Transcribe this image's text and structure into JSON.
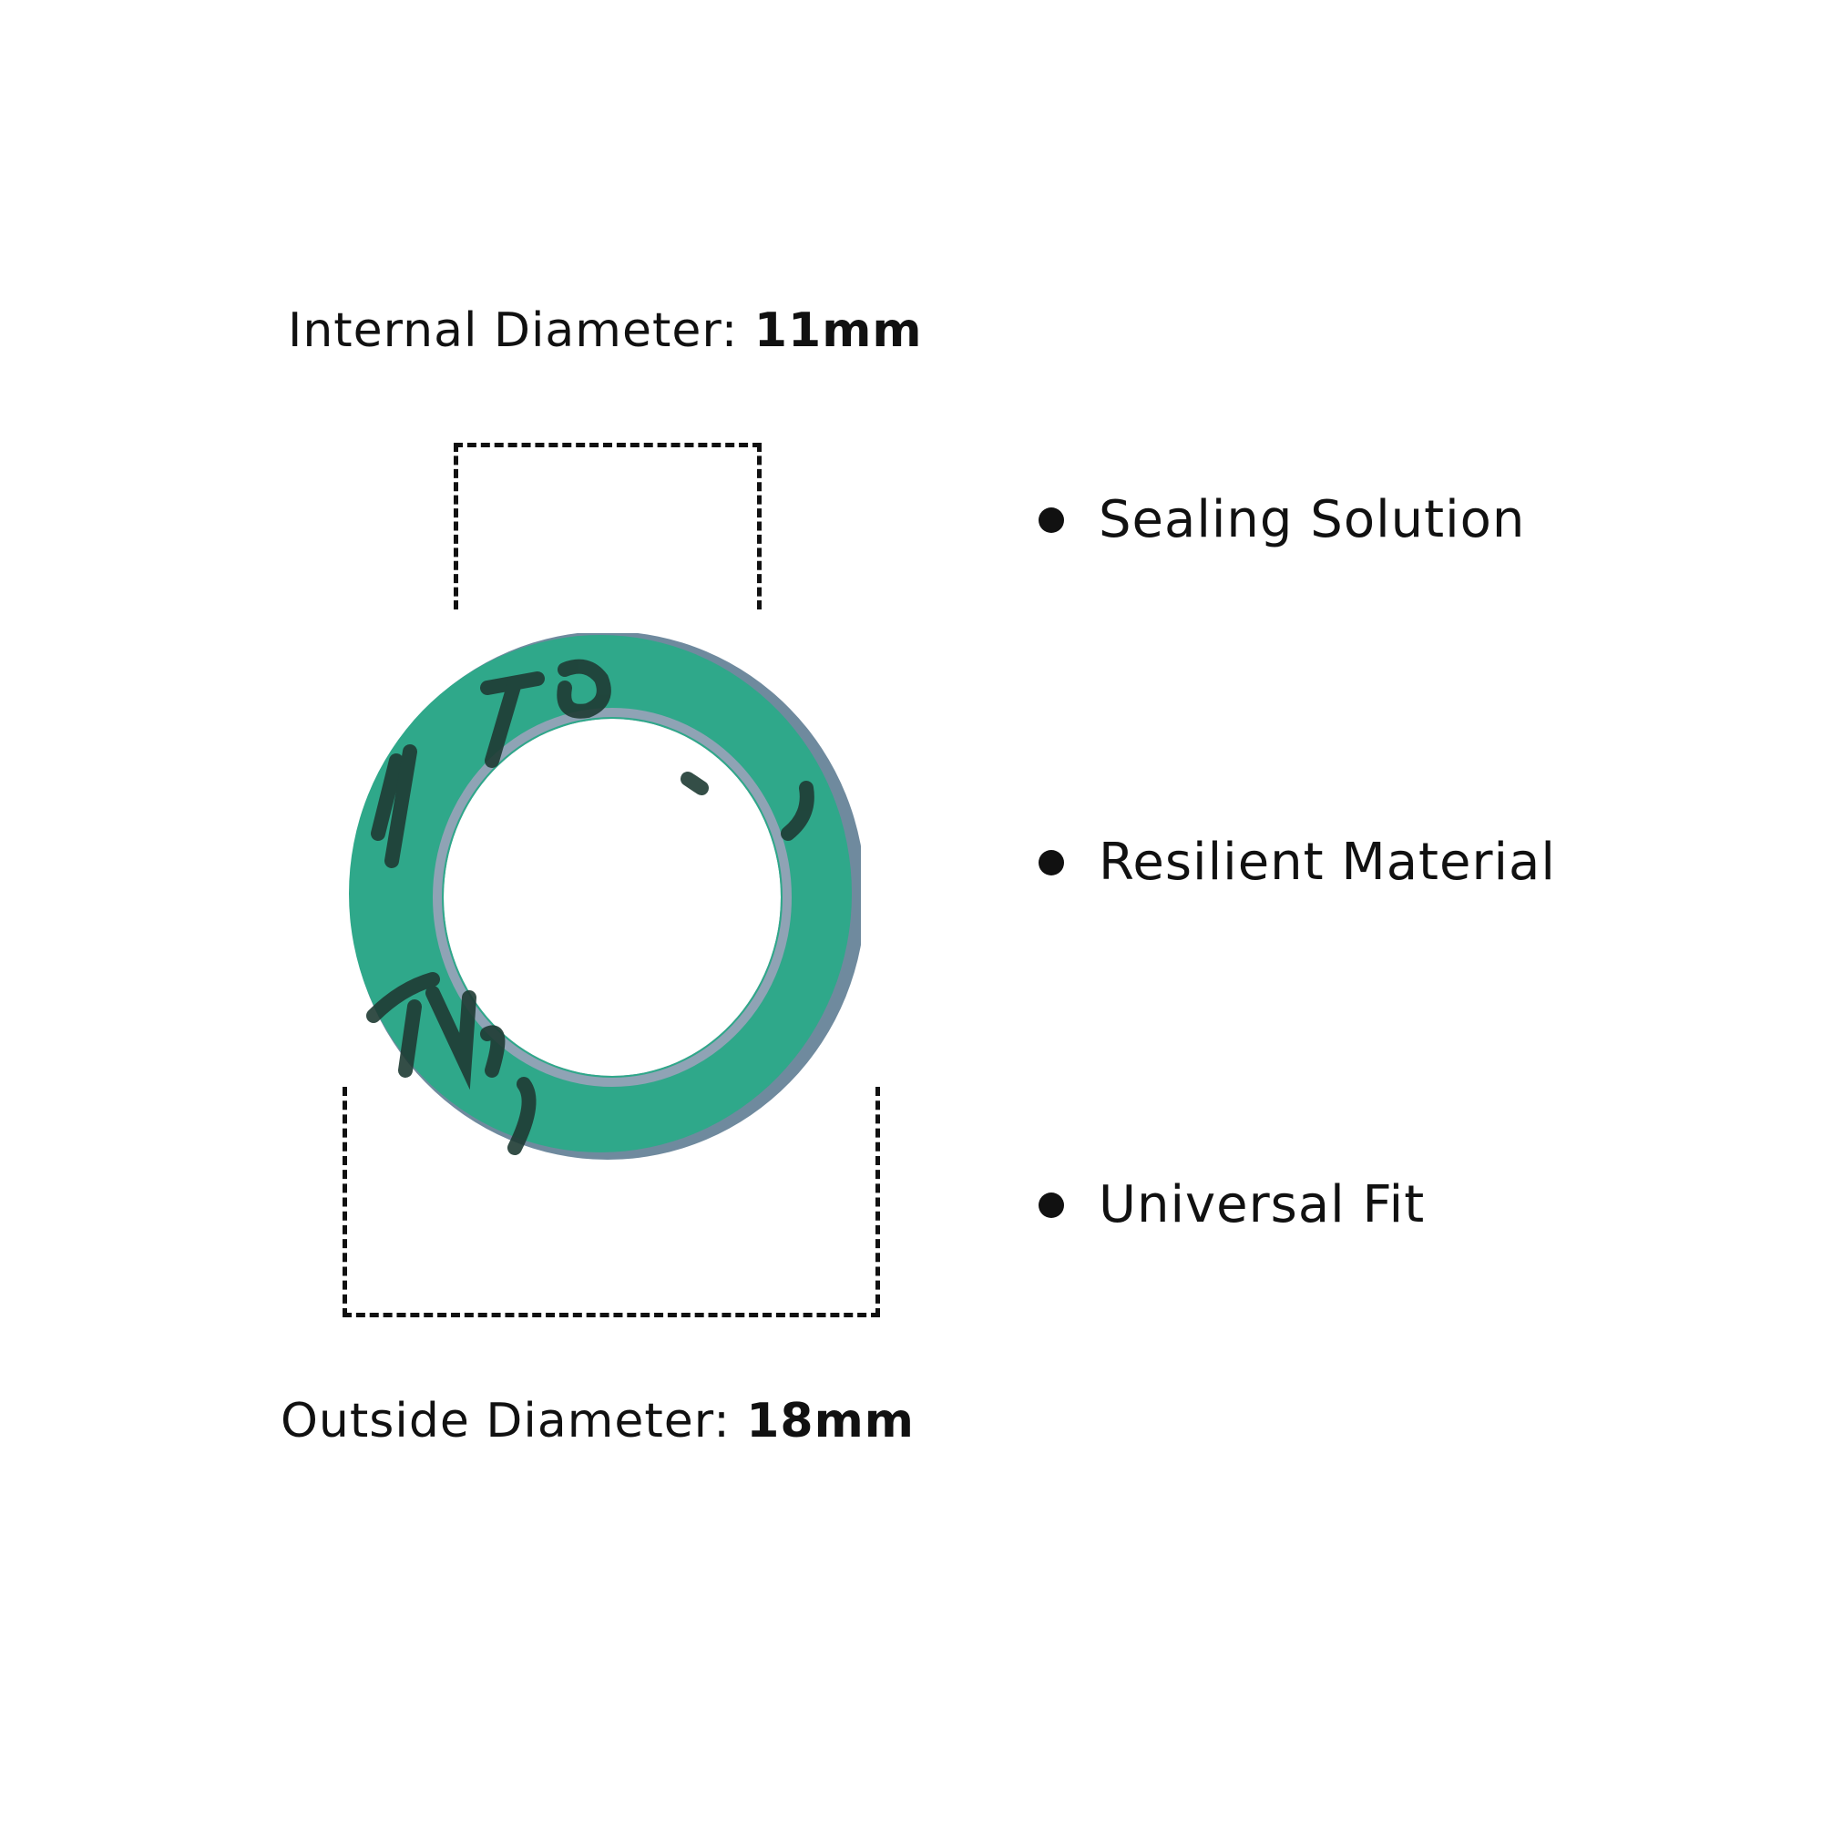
{
  "dimensions": {
    "internal": {
      "label": "Internal Diameter:",
      "value": "11mm"
    },
    "outside": {
      "label": "Outside Diameter:",
      "value": "18mm"
    }
  },
  "features": [
    {
      "label": "Sealing Solution"
    },
    {
      "label": "Resilient Material"
    },
    {
      "label": "Universal Fit"
    }
  ],
  "colors": {
    "washer_green": "#2fa88a",
    "washer_edge": "#6f8a9e",
    "text": "#111111",
    "background": "#ffffff"
  },
  "icons": {
    "bullet": "filled-circle",
    "product": "green-fibre-washer"
  }
}
